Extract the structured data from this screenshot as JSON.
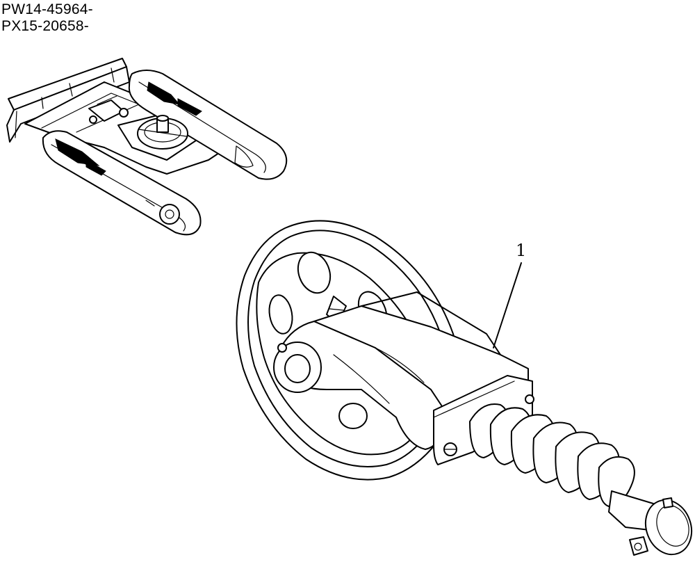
{
  "header": {
    "serial_line_1": "PW14-45964-",
    "serial_line_2": "PX15-20658-"
  },
  "callouts": [
    {
      "number": "1"
    }
  ]
}
